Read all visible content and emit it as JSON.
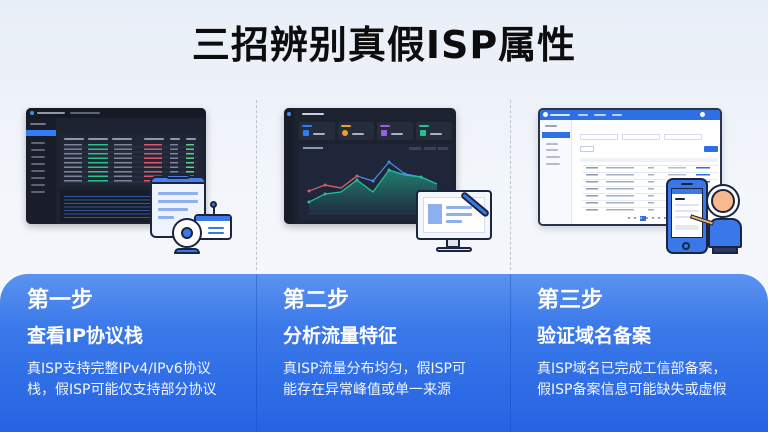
{
  "header": {
    "title": "三招辨别真假ISP属性"
  },
  "steps": [
    {
      "step_label": "第一步",
      "title": "查看IP协议栈",
      "description_line1": "真ISP支持完整IPv4/IPv6协议",
      "description_line2": "栈，假ISP可能仅支持部分协议",
      "illustration": "dark-network-console-with-clipboard-and-webcam"
    },
    {
      "step_label": "第二步",
      "title": "分析流量特征",
      "description_line1": "真ISP流量分布均匀，假ISP可",
      "description_line2": "能存在异常峰值或单一来源",
      "illustration": "dark-traffic-dashboard-with-monitor"
    },
    {
      "step_label": "第三步",
      "title": "验证域名备案",
      "description_line1": "真ISP域名已完成工信部备案，",
      "description_line2": "假ISP备案信息可能缺失或虚假",
      "illustration": "light-record-table-with-phone-and-person"
    }
  ],
  "colors": {
    "band_top": "#5b93f0",
    "band_bottom": "#2563e3",
    "accent_blue": "#3a78ea",
    "chart_red": "#e05a5a",
    "chart_blue": "#4a8cf0",
    "chart_green": "#22c39a",
    "card_blue": "#2f7cf6",
    "card_orange": "#f0a020",
    "card_purple": "#9b5de5",
    "card_green": "#22c38a"
  },
  "icons": [
    "clipboard-icon",
    "webcam-icon",
    "id-card-icon",
    "monitor-icon",
    "pen-icon",
    "phone-icon",
    "person-icon"
  ]
}
